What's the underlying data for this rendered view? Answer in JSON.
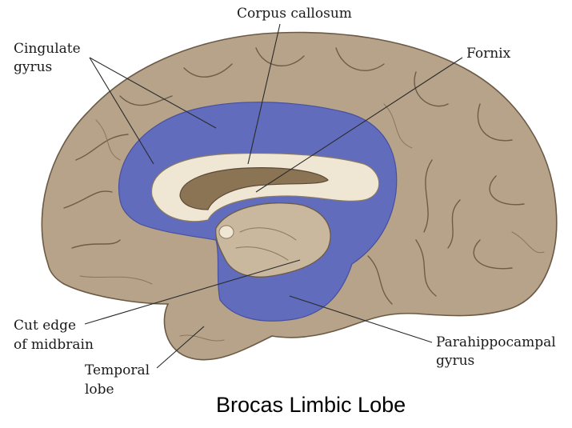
{
  "caption": "Brocas Limbic Lobe",
  "labels": {
    "corpus_callosum": "Corpus callosum",
    "cingulate_line1": "Cingulate",
    "cingulate_line2": "gyrus",
    "fornix": "Fornix",
    "cut_edge_line1": "Cut edge",
    "cut_edge_line2": "of midbrain",
    "temporal_line1": "Temporal",
    "temporal_line2": "lobe",
    "parahippocampal_line1": "Parahippocampal",
    "parahippocampal_line2": "gyrus"
  },
  "colors": {
    "brain_tissue": "#b6a38a",
    "limbic_highlight": "#5a68c2",
    "corpus_callosum": "#efe6d4"
  }
}
